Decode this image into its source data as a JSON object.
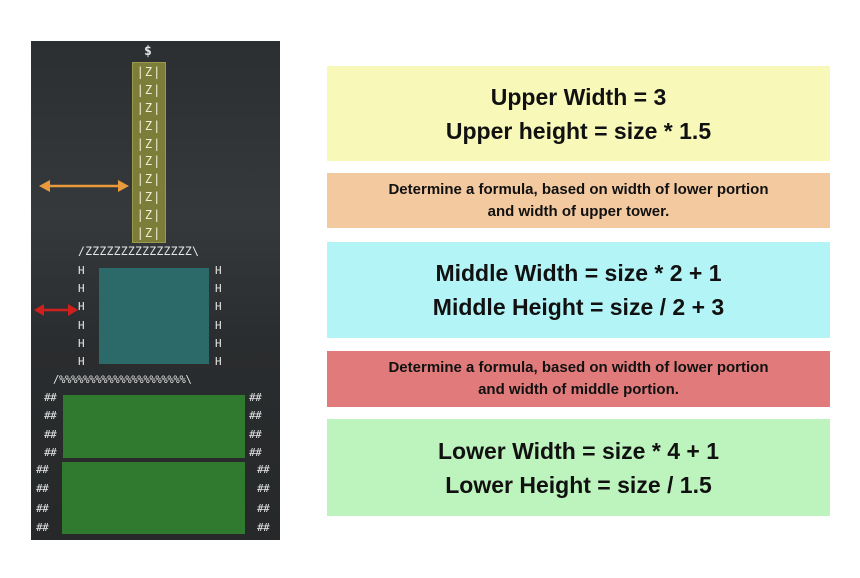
{
  "game": {
    "dollar": "$",
    "tower_cells": [
      "|Z|",
      "|Z|",
      "|Z|",
      "|Z|",
      "|Z|",
      "|Z|",
      "|Z|",
      "|Z|",
      "|Z|",
      "|Z|"
    ],
    "middle_top_row": "/ZZZZZZZZZZZZZZZ\\",
    "middle_wall_char": "H",
    "lower_top_row": "/%%%%%%%%%%%%%%%%%%%%%\\",
    "lower_wall_char": "##",
    "colors": {
      "tower": "#7d7d3a",
      "middle": "#2b6a68",
      "lower": "#2f7a2e",
      "arrow_upper": "#e89a3c",
      "arrow_middle": "#d0201e"
    }
  },
  "boxes": [
    {
      "lines": [
        "Upper Width = 3",
        "Upper height = size * 1.5"
      ],
      "color": "#f8f8b8"
    },
    {
      "lines": [
        "Determine a formula, based on width of lower portion",
        "and width of upper tower."
      ],
      "color": "#f3c9a0"
    },
    {
      "lines": [
        "Middle Width = size * 2 + 1",
        "Middle Height = size / 2 + 3"
      ],
      "color": "#b3f4f6"
    },
    {
      "lines": [
        "Determine a formula, based on width of lower portion",
        "and width of middle portion."
      ],
      "color": "#e17b7b"
    },
    {
      "lines": [
        "Lower Width = size * 4 + 1",
        "Lower Height = size / 1.5"
      ],
      "color": "#bdf4bd"
    }
  ]
}
